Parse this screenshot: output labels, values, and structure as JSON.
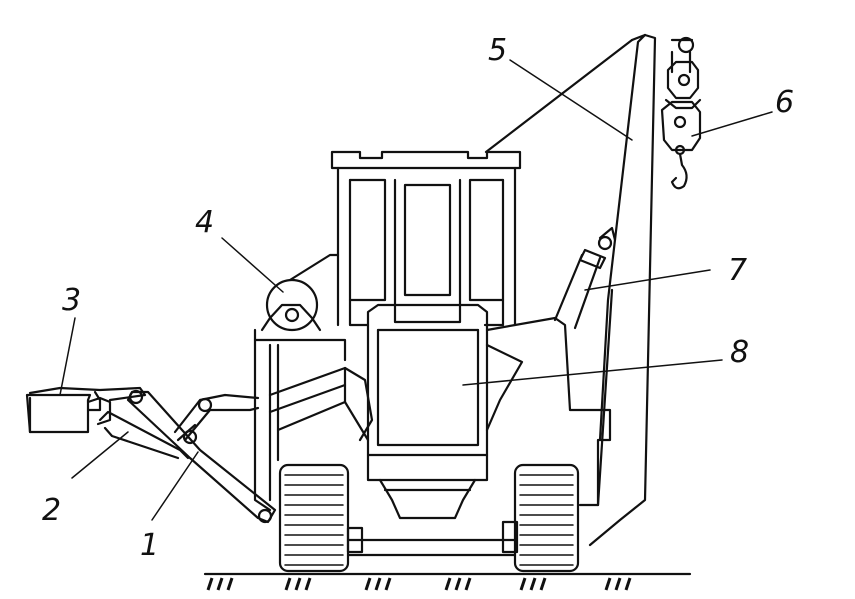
{
  "diagram": {
    "callouts": [
      {
        "id": "1",
        "label": "1"
      },
      {
        "id": "2",
        "label": "2"
      },
      {
        "id": "3",
        "label": "3"
      },
      {
        "id": "4",
        "label": "4"
      },
      {
        "id": "5",
        "label": "5"
      },
      {
        "id": "6",
        "label": "6"
      },
      {
        "id": "7",
        "label": "7"
      },
      {
        "id": "8",
        "label": "8"
      }
    ],
    "ink_color": "#111111",
    "background_color": "#ffffff"
  }
}
